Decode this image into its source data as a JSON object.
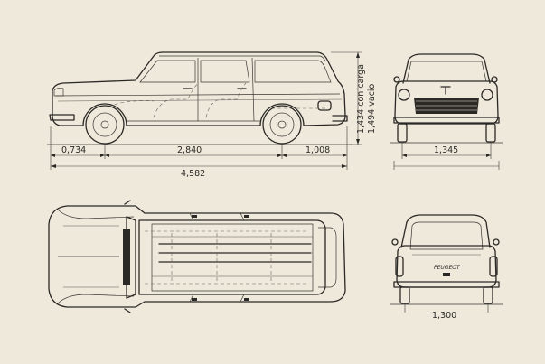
{
  "drawing": {
    "views": [
      "side-view",
      "front-view",
      "top-view",
      "rear-view"
    ],
    "dimensions": {
      "front_overhang": "0,734",
      "wheelbase": "2,840",
      "rear_overhang": "1,008",
      "overall_length": "4,582",
      "height_loaded": "1,434 con carga",
      "height_empty": "1,494 vacio",
      "front_track": "1,345",
      "rear_track": "1,300"
    },
    "emblem_text": "PEUGEOT"
  }
}
